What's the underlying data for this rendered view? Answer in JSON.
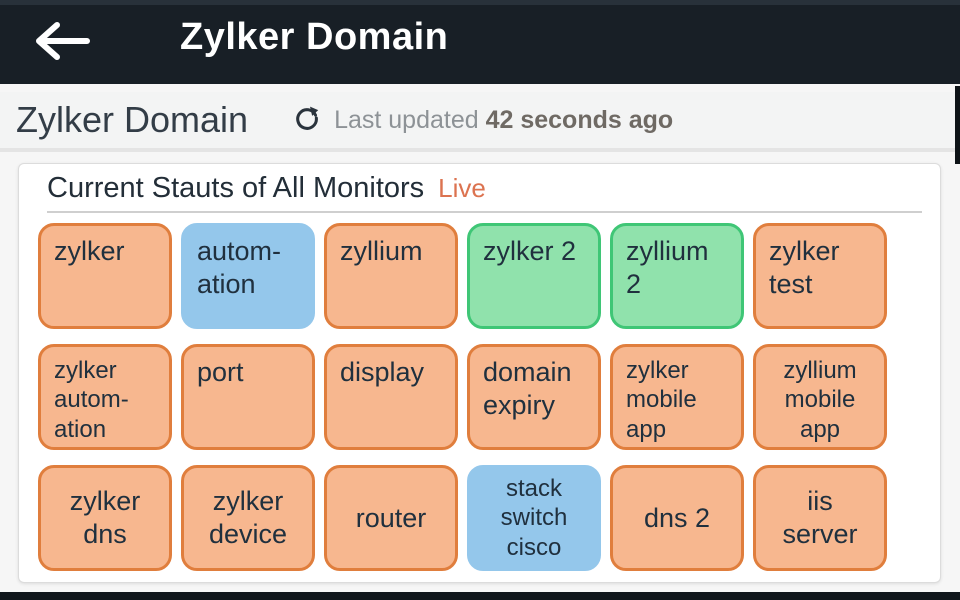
{
  "app_bar": {
    "title": "Zylker Domain",
    "back_icon": "arrow-left-icon"
  },
  "page_header": {
    "title": "Zylker Domain",
    "refresh_icon": "refresh-icon",
    "last_updated_label": "Last updated",
    "last_updated_value": "42 seconds ago"
  },
  "card": {
    "title": "Current Stauts of All Monitors",
    "live_label": "Live"
  },
  "colors": {
    "app_bar_bg": "#181f26",
    "live_accent": "#dc7350",
    "status_trouble_fill": "#f7b78f",
    "status_trouble_border": "#e07e3d",
    "status_up_fill": "#90e2ac",
    "status_up_border": "#3fc676",
    "status_maintenance_fill": "#94c7eb",
    "tile_text": "#20303e"
  },
  "monitors": [
    {
      "label": "zylker",
      "status": "trouble",
      "align": "left"
    },
    {
      "label": "autom-\nation",
      "status": "maintenance",
      "align": "left"
    },
    {
      "label": "zyllium",
      "status": "trouble",
      "align": "left"
    },
    {
      "label": "zylker 2",
      "status": "up",
      "align": "left"
    },
    {
      "label": "zyllium\n2",
      "status": "up",
      "align": "left"
    },
    {
      "label": "zylker\ntest",
      "status": "trouble",
      "align": "left"
    },
    {
      "label": "zylker\nautom-\nation",
      "status": "trouble",
      "align": "left",
      "size": "small"
    },
    {
      "label": "port",
      "status": "trouble",
      "align": "left"
    },
    {
      "label": "display",
      "status": "trouble",
      "align": "left"
    },
    {
      "label": "domain\nexpiry",
      "status": "trouble",
      "align": "left"
    },
    {
      "label": "zylker\nmobile\napp",
      "status": "trouble",
      "align": "left",
      "size": "small"
    },
    {
      "label": "zyllium\nmobile\napp",
      "status": "trouble",
      "align": "center",
      "size": "small"
    },
    {
      "label": "zylker\ndns",
      "status": "trouble",
      "align": "center",
      "valign": "middle"
    },
    {
      "label": "zylker\ndevice",
      "status": "trouble",
      "align": "center",
      "valign": "middle"
    },
    {
      "label": "router",
      "status": "trouble",
      "align": "center",
      "valign": "middle"
    },
    {
      "label": "stack\nswitch\ncisco",
      "status": "maintenance",
      "align": "center",
      "valign": "middle",
      "size": "small"
    },
    {
      "label": "dns 2",
      "status": "trouble",
      "align": "center",
      "valign": "middle"
    },
    {
      "label": "iis\nserver",
      "status": "trouble",
      "align": "center",
      "valign": "middle"
    }
  ]
}
